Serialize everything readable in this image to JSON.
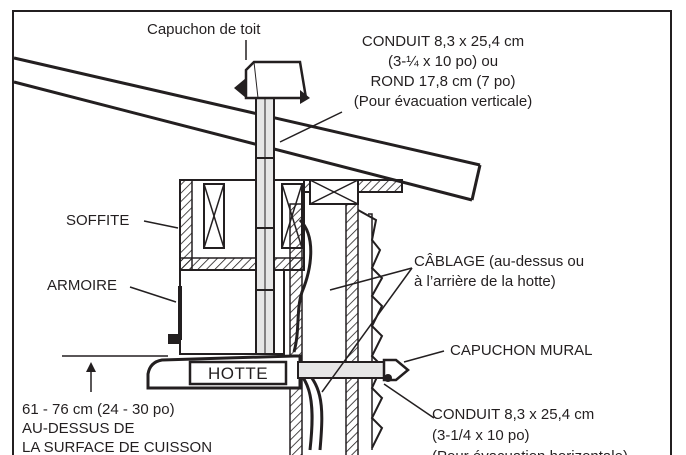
{
  "labels": {
    "roof_cap": "Capuchon de toit",
    "duct_vertical": {
      "line1": "CONDUIT 8,3 x 25,4 cm",
      "line2": "(3-¼ x 10 po) ou",
      "line3": "ROND 17,8 cm (7 po)",
      "line4": "(Pour évacuation verticale)"
    },
    "soffit": "SOFFITE",
    "cabinet": "ARMOIRE",
    "wiring": {
      "line1": "CÂBLAGE (au-dessus ou",
      "line2": "à l’arrière de la hotte)"
    },
    "wall_cap": "CAPUCHON MURAL",
    "hood": "HOTTE",
    "height": {
      "line1": "61 - 76 cm (24 - 30 po)",
      "line2": "AU-DESSUS DE",
      "line3": "LA SURFACE DE CUISSON"
    },
    "duct_horizontal": {
      "line1": "CONDUIT 8,3 x 25,4 cm",
      "line2": "(3-1/4 x 10 po)",
      "line3": "(Pour évacuation horizontale)"
    }
  },
  "colors": {
    "ink": "#231f20",
    "fill": "#ffffff",
    "duct_fill": "#e6e6e6"
  }
}
